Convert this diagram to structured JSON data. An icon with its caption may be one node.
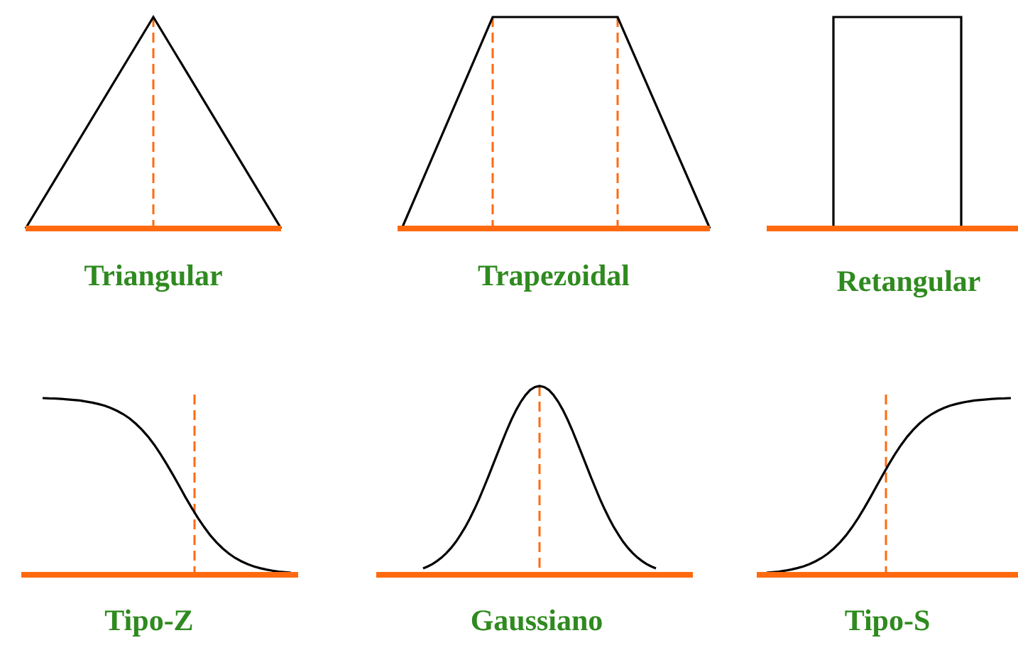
{
  "diagram": {
    "labels": [
      "Triangular",
      "Trapezoidal",
      "Retangular",
      "Tipo-Z",
      "Gaussiano",
      "Tipo-S"
    ]
  }
}
